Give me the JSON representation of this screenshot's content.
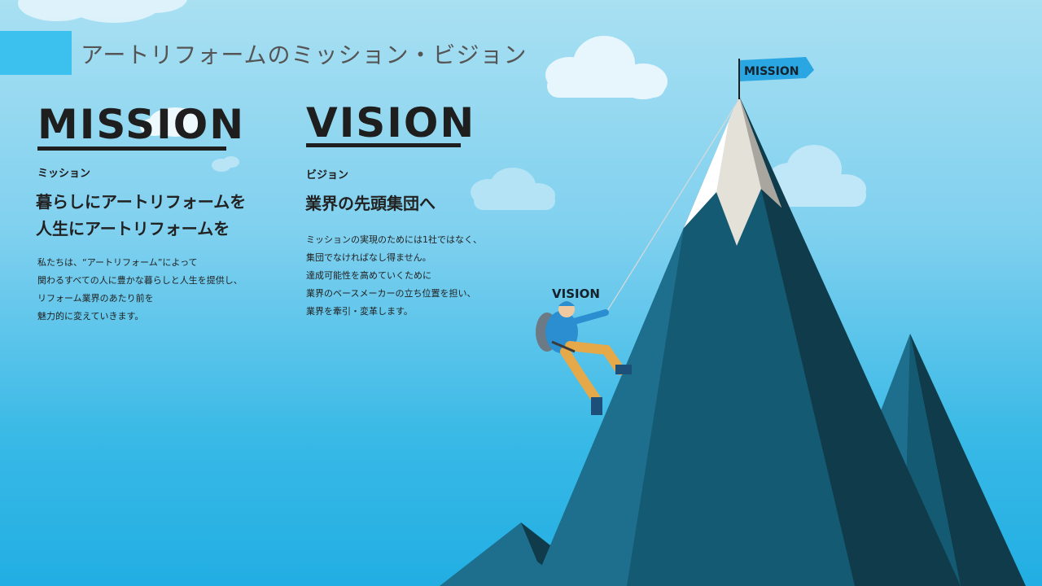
{
  "slide": {
    "title": "アートリフォームのミッション・ビジョン"
  },
  "mission": {
    "logo": "MISSION",
    "kana": "ミッション",
    "heading_lines": [
      "暮らしにアートリフォームを",
      "人生にアートリフォームを"
    ],
    "body_lines": [
      "私たちは、“アートリフォーム”によって",
      "関わるすべての人に豊かな暮らしと人生を提供し、",
      "リフォーム業界のあたり前を",
      "魅力的に変えていきます。"
    ]
  },
  "vision": {
    "logo": "VISION",
    "kana": "ビジョン",
    "heading_lines": [
      "業界の先頭集団へ"
    ],
    "body_lines": [
      "ミッションの実現のためには1社ではなく、",
      "集団でなければなし得ません。",
      "達成可能性を高めていくために",
      "業界のベースメーカーの立ち位置を担い、",
      "業界を牽引・変革します。"
    ]
  },
  "illustration": {
    "flag_label": "MISSION",
    "climber_label": "VISION"
  },
  "colors": {
    "accent": "#3cc1ef",
    "mountain_light": "#1e6f8e",
    "mountain_mid": "#145a72",
    "mountain_dark": "#0f3b4a",
    "snow": "#e4e1d8",
    "flag": "#2aa6e3"
  }
}
